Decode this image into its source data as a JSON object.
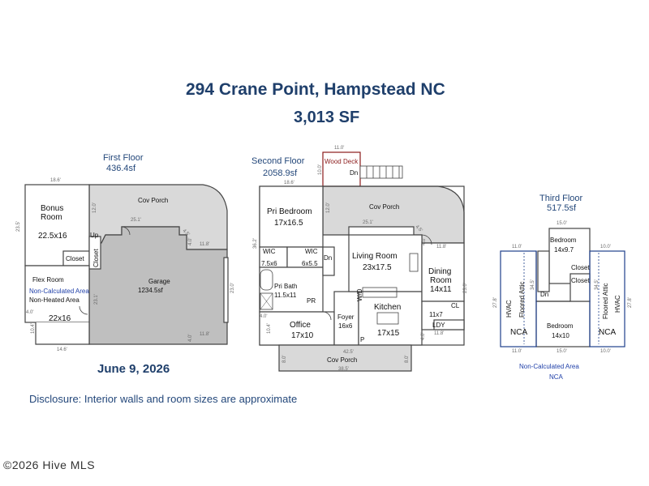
{
  "header": {
    "title": "294 Crane Point, Hampstead NC",
    "total_sf": "3,013 SF"
  },
  "floors": {
    "first": {
      "label": "First Floor",
      "sf": "436.4sf"
    },
    "second": {
      "label": "Second Floor",
      "sf": "2058.9sf"
    },
    "third": {
      "label": "Third Floor",
      "sf": "517.5sf"
    }
  },
  "rooms": {
    "bonus_room": "Bonus\nRoom",
    "bonus_size": "22.5x16",
    "up": "Up",
    "closet": "Closet",
    "flex_room": "Flex Room",
    "non_calc_area": "Non-Calculated Area",
    "non_heated_area": "Non-Heated Area",
    "flex_size": "22x16",
    "cov_porch": "Cov Porch",
    "garage": "Garage",
    "garage_sf": "1234.5sf",
    "wood_deck": "Wood Deck",
    "dn": "Dn",
    "pri_bedroom": "Pri Bedroom",
    "pri_bedroom_size": "17x16.5",
    "wic": "WIC",
    "wic1_size": "7.5x6",
    "wic2_size": "6x5.5",
    "pri_bath": "Pri Bath",
    "pri_bath_size": "11.5x11",
    "pr": "PR",
    "living_room": "Living Room",
    "living_size": "23x17.5",
    "dining_room": "Dining\nRoom",
    "dining_size": "14x11",
    "kitchen": "Kitchen",
    "kitchen_size": "17x15",
    "foyer": "Foyer",
    "foyer_size": "16x6",
    "office": "Office",
    "office_size": "17x10",
    "laundry_size": "11x7",
    "ldy": "LDY",
    "cl": "CL",
    "p": "P",
    "wd": "W/D",
    "bedroom": "Bedroom",
    "bedroom1_size": "14x9.7",
    "bedroom2_size": "14x10",
    "hvac": "HVAC",
    "floored_attic": "Floored Attic",
    "nca": "NCA",
    "non_calc_area_label": "Non-Calculated Area"
  },
  "dimensions": {
    "d18_6": "18.6'",
    "d23_5": "23.5'",
    "d12_0": "12.0'",
    "d25_1": "25.1'",
    "d4_5": "4.5'",
    "d4_0": "4.0'",
    "d11_8": "11.8'",
    "d23_1": "23.1'",
    "d23_0": "23.0'",
    "d10_4": "10.4'",
    "d14_6": "14.6'",
    "d11_0": "11.0'",
    "d10_0": "10.0'",
    "d36_2": "36.2'",
    "d42_5": "42.5'",
    "d38_5": "38.5'",
    "d8_0": "8.0'",
    "d15_0": "15.0'",
    "d27_8": "27.8'",
    "d34_5": "34.5'"
  },
  "footer": {
    "date": "June 9, 2026",
    "disclosure": "Disclosure: Interior walls and room sizes are approximate",
    "watermark": "©2026 Hive MLS"
  },
  "colors": {
    "wall": "#444444",
    "porch_fill": "#d9d9d9",
    "garage_fill": "#bfbfbf",
    "deck_border": "#8b1a1a",
    "title": "#1f3f6b",
    "nca_border": "#1f3f8b"
  }
}
